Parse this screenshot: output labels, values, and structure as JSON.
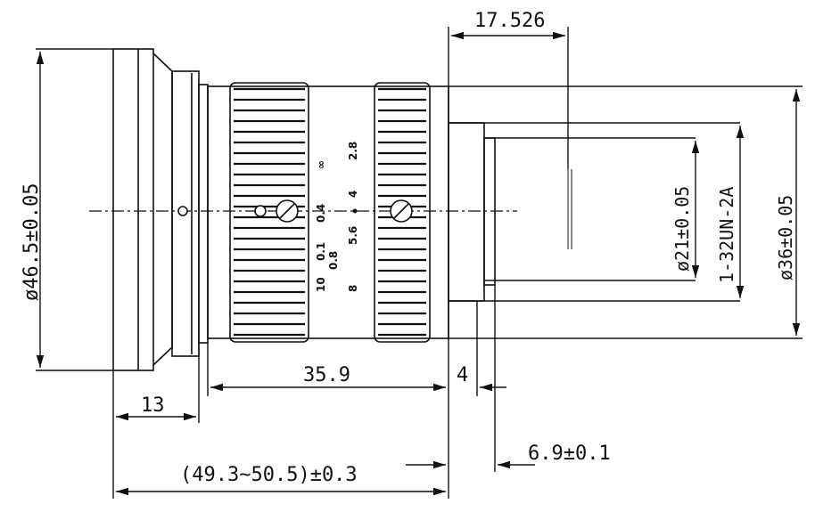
{
  "dimensions": {
    "top_length": "17.526",
    "body_diameter": "ø46.5±0.05",
    "inner_diameter": "ø21±0.05",
    "thread": "1-32UN-2A",
    "outer_diameter": "ø36±0.05",
    "barrel_length": "35.9",
    "mount_length": "4",
    "front_length": "13",
    "flange_distance": "6.9±0.1",
    "total_length": "(49.3~50.5)±0.3"
  },
  "focus_scale": {
    "labels": [
      "∞",
      "0.4",
      "0.1",
      "10"
    ],
    "secondary": [
      "0.8"
    ]
  },
  "aperture_scale": {
    "labels": [
      "2.8",
      "4",
      "5.6",
      "8"
    ]
  }
}
